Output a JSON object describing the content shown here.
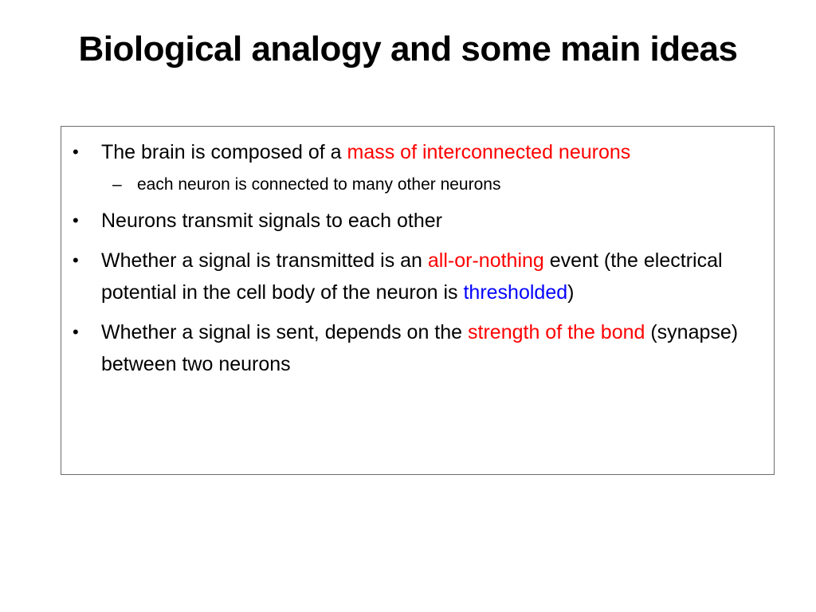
{
  "slide": {
    "title": "Biological analogy and some main ideas",
    "bullet_marker": "•",
    "sub_marker": "–",
    "colors": {
      "highlight_red": "#ff0000",
      "highlight_blue": "#0000ff",
      "box_border": "#6b6b6b"
    },
    "bullets": [
      {
        "text_before": "The brain is composed of a ",
        "highlight": "mass of interconnected neurons",
        "highlight_color": "red",
        "text_after": ""
      },
      {
        "text": "each neuron is connected to many other neurons"
      },
      {
        "text": "Neurons transmit signals to each other"
      },
      {
        "text_before": "Whether a signal is transmitted is an ",
        "highlight": "all-or-nothing",
        "highlight_color": "red",
        "text_middle": " event (the electrical potential in the cell body of the neuron is ",
        "highlight2": "thresholded",
        "highlight2_color": "blue",
        "text_after": ")"
      },
      {
        "text_before": "Whether a signal is sent, depends on the ",
        "highlight": "strength of the bond",
        "highlight_color": "red",
        "text_after": " (synapse) between two neurons"
      }
    ]
  }
}
